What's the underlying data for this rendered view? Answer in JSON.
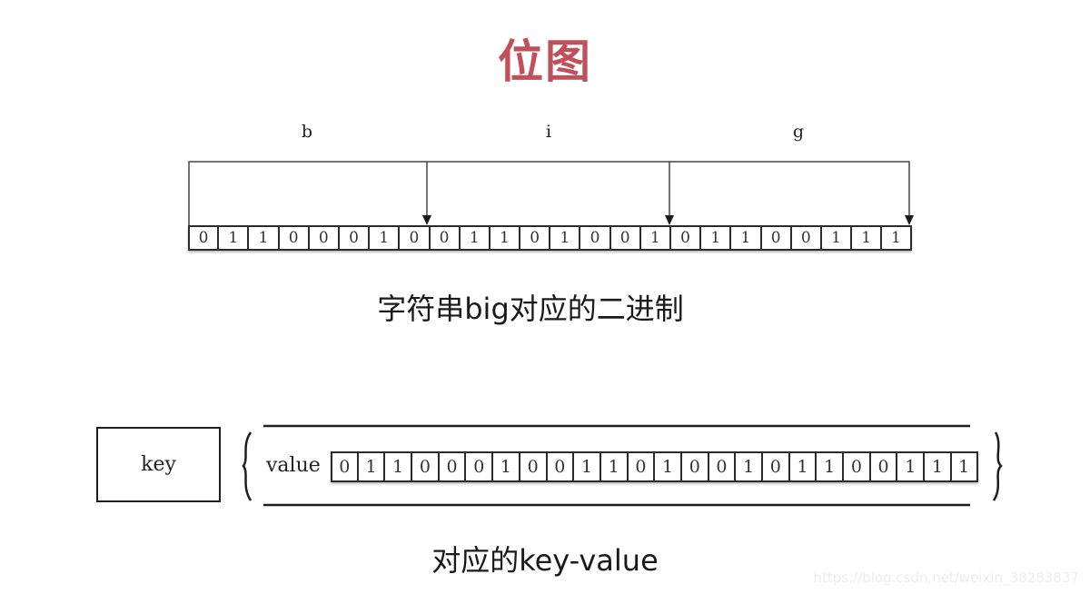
{
  "title": "位图",
  "letters": [
    {
      "char": "b",
      "bits": [
        "0",
        "1",
        "1",
        "0",
        "0",
        "0",
        "1",
        "0"
      ]
    },
    {
      "char": "i",
      "bits": [
        "0",
        "1",
        "1",
        "0",
        "1",
        "0",
        "0",
        "1"
      ]
    },
    {
      "char": "g",
      "bits": [
        "0",
        "1",
        "1",
        "0",
        "0",
        "1",
        "1",
        "1"
      ]
    }
  ],
  "top_bits": [
    "0",
    "1",
    "1",
    "0",
    "0",
    "0",
    "1",
    "0",
    "0",
    "1",
    "1",
    "0",
    "1",
    "0",
    "0",
    "1",
    "0",
    "1",
    "1",
    "0",
    "0",
    "1",
    "1",
    "1"
  ],
  "caption_binary": "字符串big对应的二进制",
  "kv": {
    "key_label": "key",
    "value_label": "value",
    "value_bits": [
      "0",
      "1",
      "1",
      "0",
      "0",
      "0",
      "1",
      "0",
      "0",
      "1",
      "1",
      "0",
      "1",
      "0",
      "0",
      "1",
      "0",
      "1",
      "1",
      "0",
      "0",
      "1",
      "1",
      "1"
    ]
  },
  "caption_kv": "对应的key-value",
  "watermark": "https://blog.csdn.net/weixin_38283837",
  "colors": {
    "title": "#c0505a",
    "line": "#2b2b2b"
  }
}
